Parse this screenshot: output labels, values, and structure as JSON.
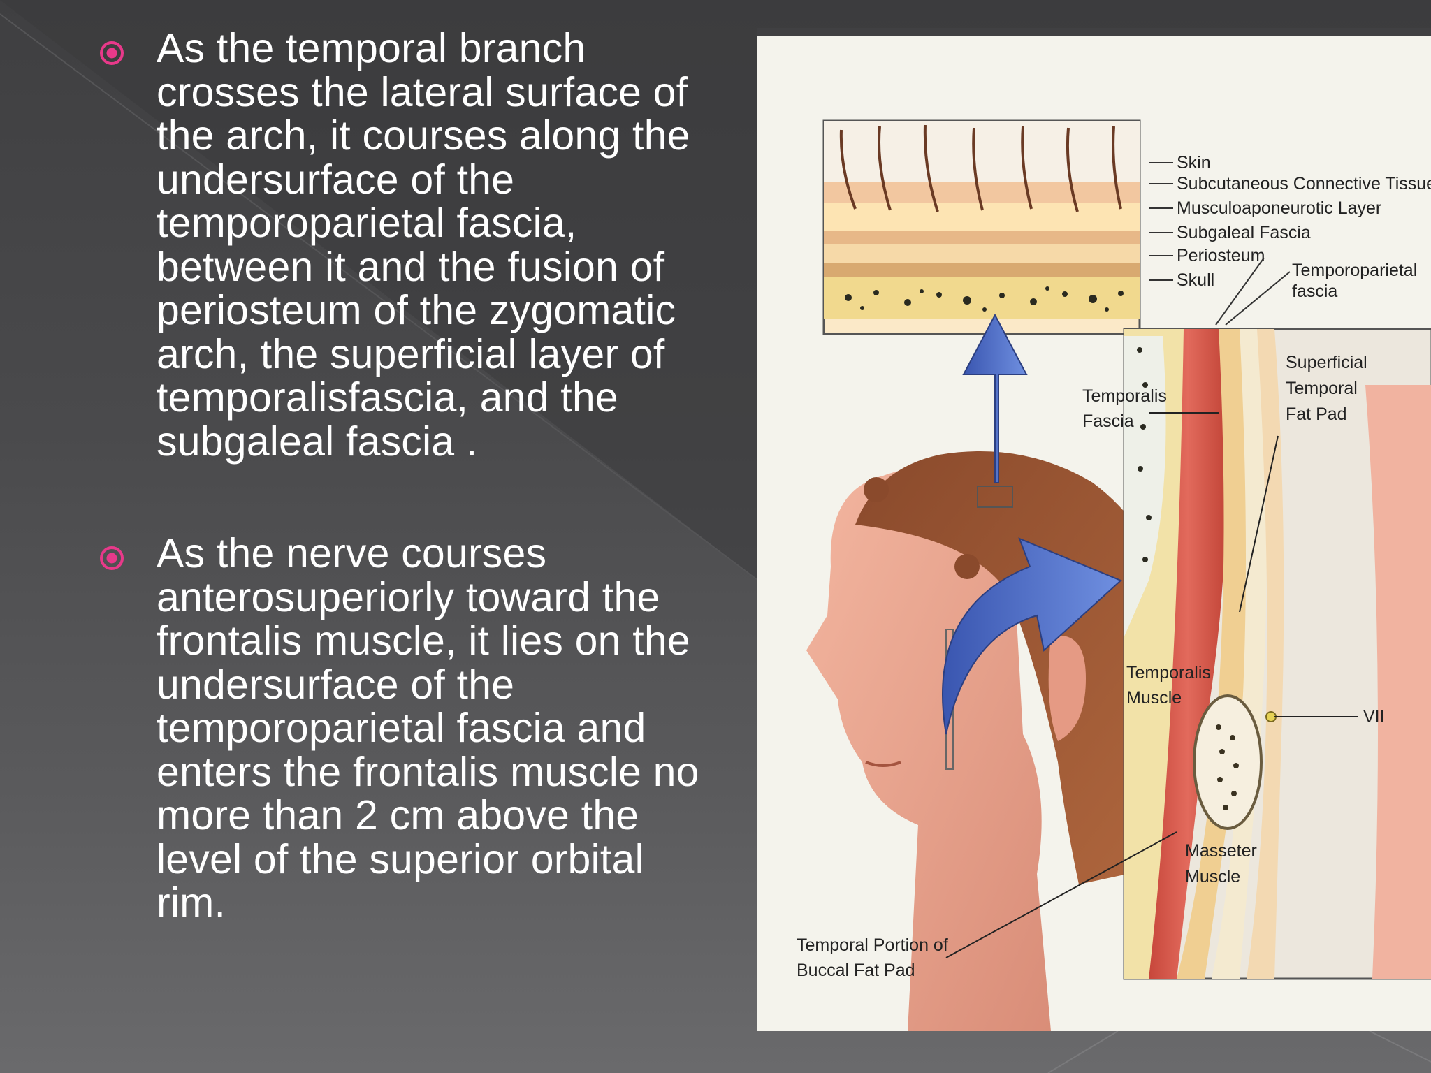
{
  "slide": {
    "bullets": [
      {
        "text": " As the temporal branch\ncrosses the lateral surface of\nthe arch, it courses along the\nundersurface of the\ntemporoparietal fascia,\nbetween it and the fusion of\nperiosteum of the zygomatic\narch, the superficial layer of\ntemporalisfascia, and the\nsubgaleal fascia ."
      },
      {
        "text": "As the nerve courses\nanterosuperiorly toward the\nfrontalis muscle, it lies on the\nundersurface of the\ntemporoparietal fascia and\nenters the frontalis muscle no\nmore than 2 cm above the\nlevel of the superior orbital\nrim."
      }
    ],
    "bullet_color": "#e8398a"
  },
  "figure": {
    "labels": {
      "skin": "Skin",
      "subcutaneous": "Subcutaneous Connective Tissue",
      "musculoaponeurotic": "Musculoaponeurotic Layer",
      "subgaleal": "Subgaleal Fascia",
      "periosteum": "Periosteum",
      "skull": "Skull",
      "temporoparietal_1": "Temporoparietal",
      "temporoparietal_2": "fascia",
      "superficial_1": "Superficial",
      "superficial_2": "Temporal",
      "superficial_3": "Fat Pad",
      "temporalis_fascia_1": "Temporalis",
      "temporalis_fascia_2": "Fascia",
      "temporalis_muscle_1": "Temporalis",
      "temporalis_muscle_2": "Muscle",
      "nerve": "VII",
      "masseter_1": "Masseter",
      "masseter_2": "Muscle",
      "buccal_1": "Temporal Portion of",
      "buccal_2": "Buccal Fat Pad"
    }
  }
}
